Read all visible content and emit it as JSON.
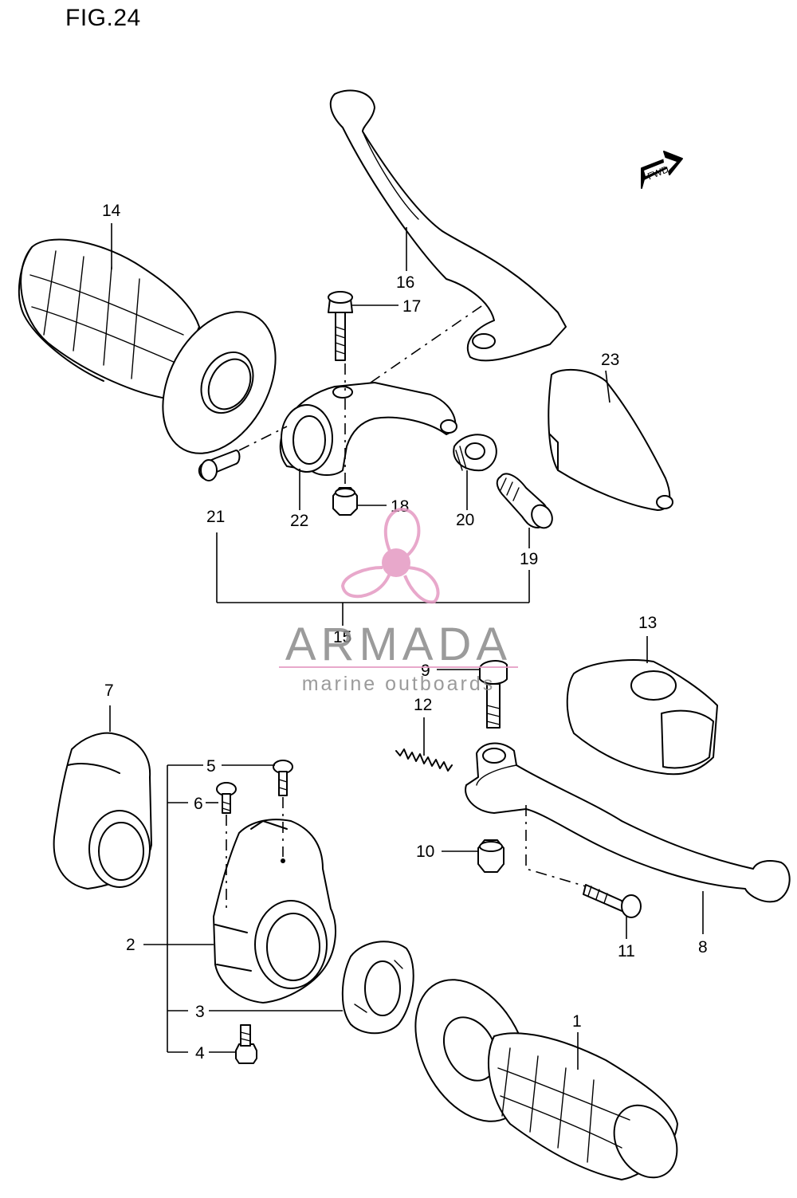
{
  "figure": {
    "title": "FIG.24"
  },
  "fwd_label": "FWD",
  "watermark": {
    "brand": "ARMADA",
    "tagline": "marine outboards",
    "color": "#e59ac3",
    "text_color": "#8a8a8a"
  },
  "callouts": [
    "1",
    "2",
    "3",
    "4",
    "5",
    "6",
    "7",
    "8",
    "9",
    "10",
    "11",
    "12",
    "13",
    "14",
    "15",
    "16",
    "17",
    "18",
    "19",
    "20",
    "21",
    "22",
    "23"
  ]
}
